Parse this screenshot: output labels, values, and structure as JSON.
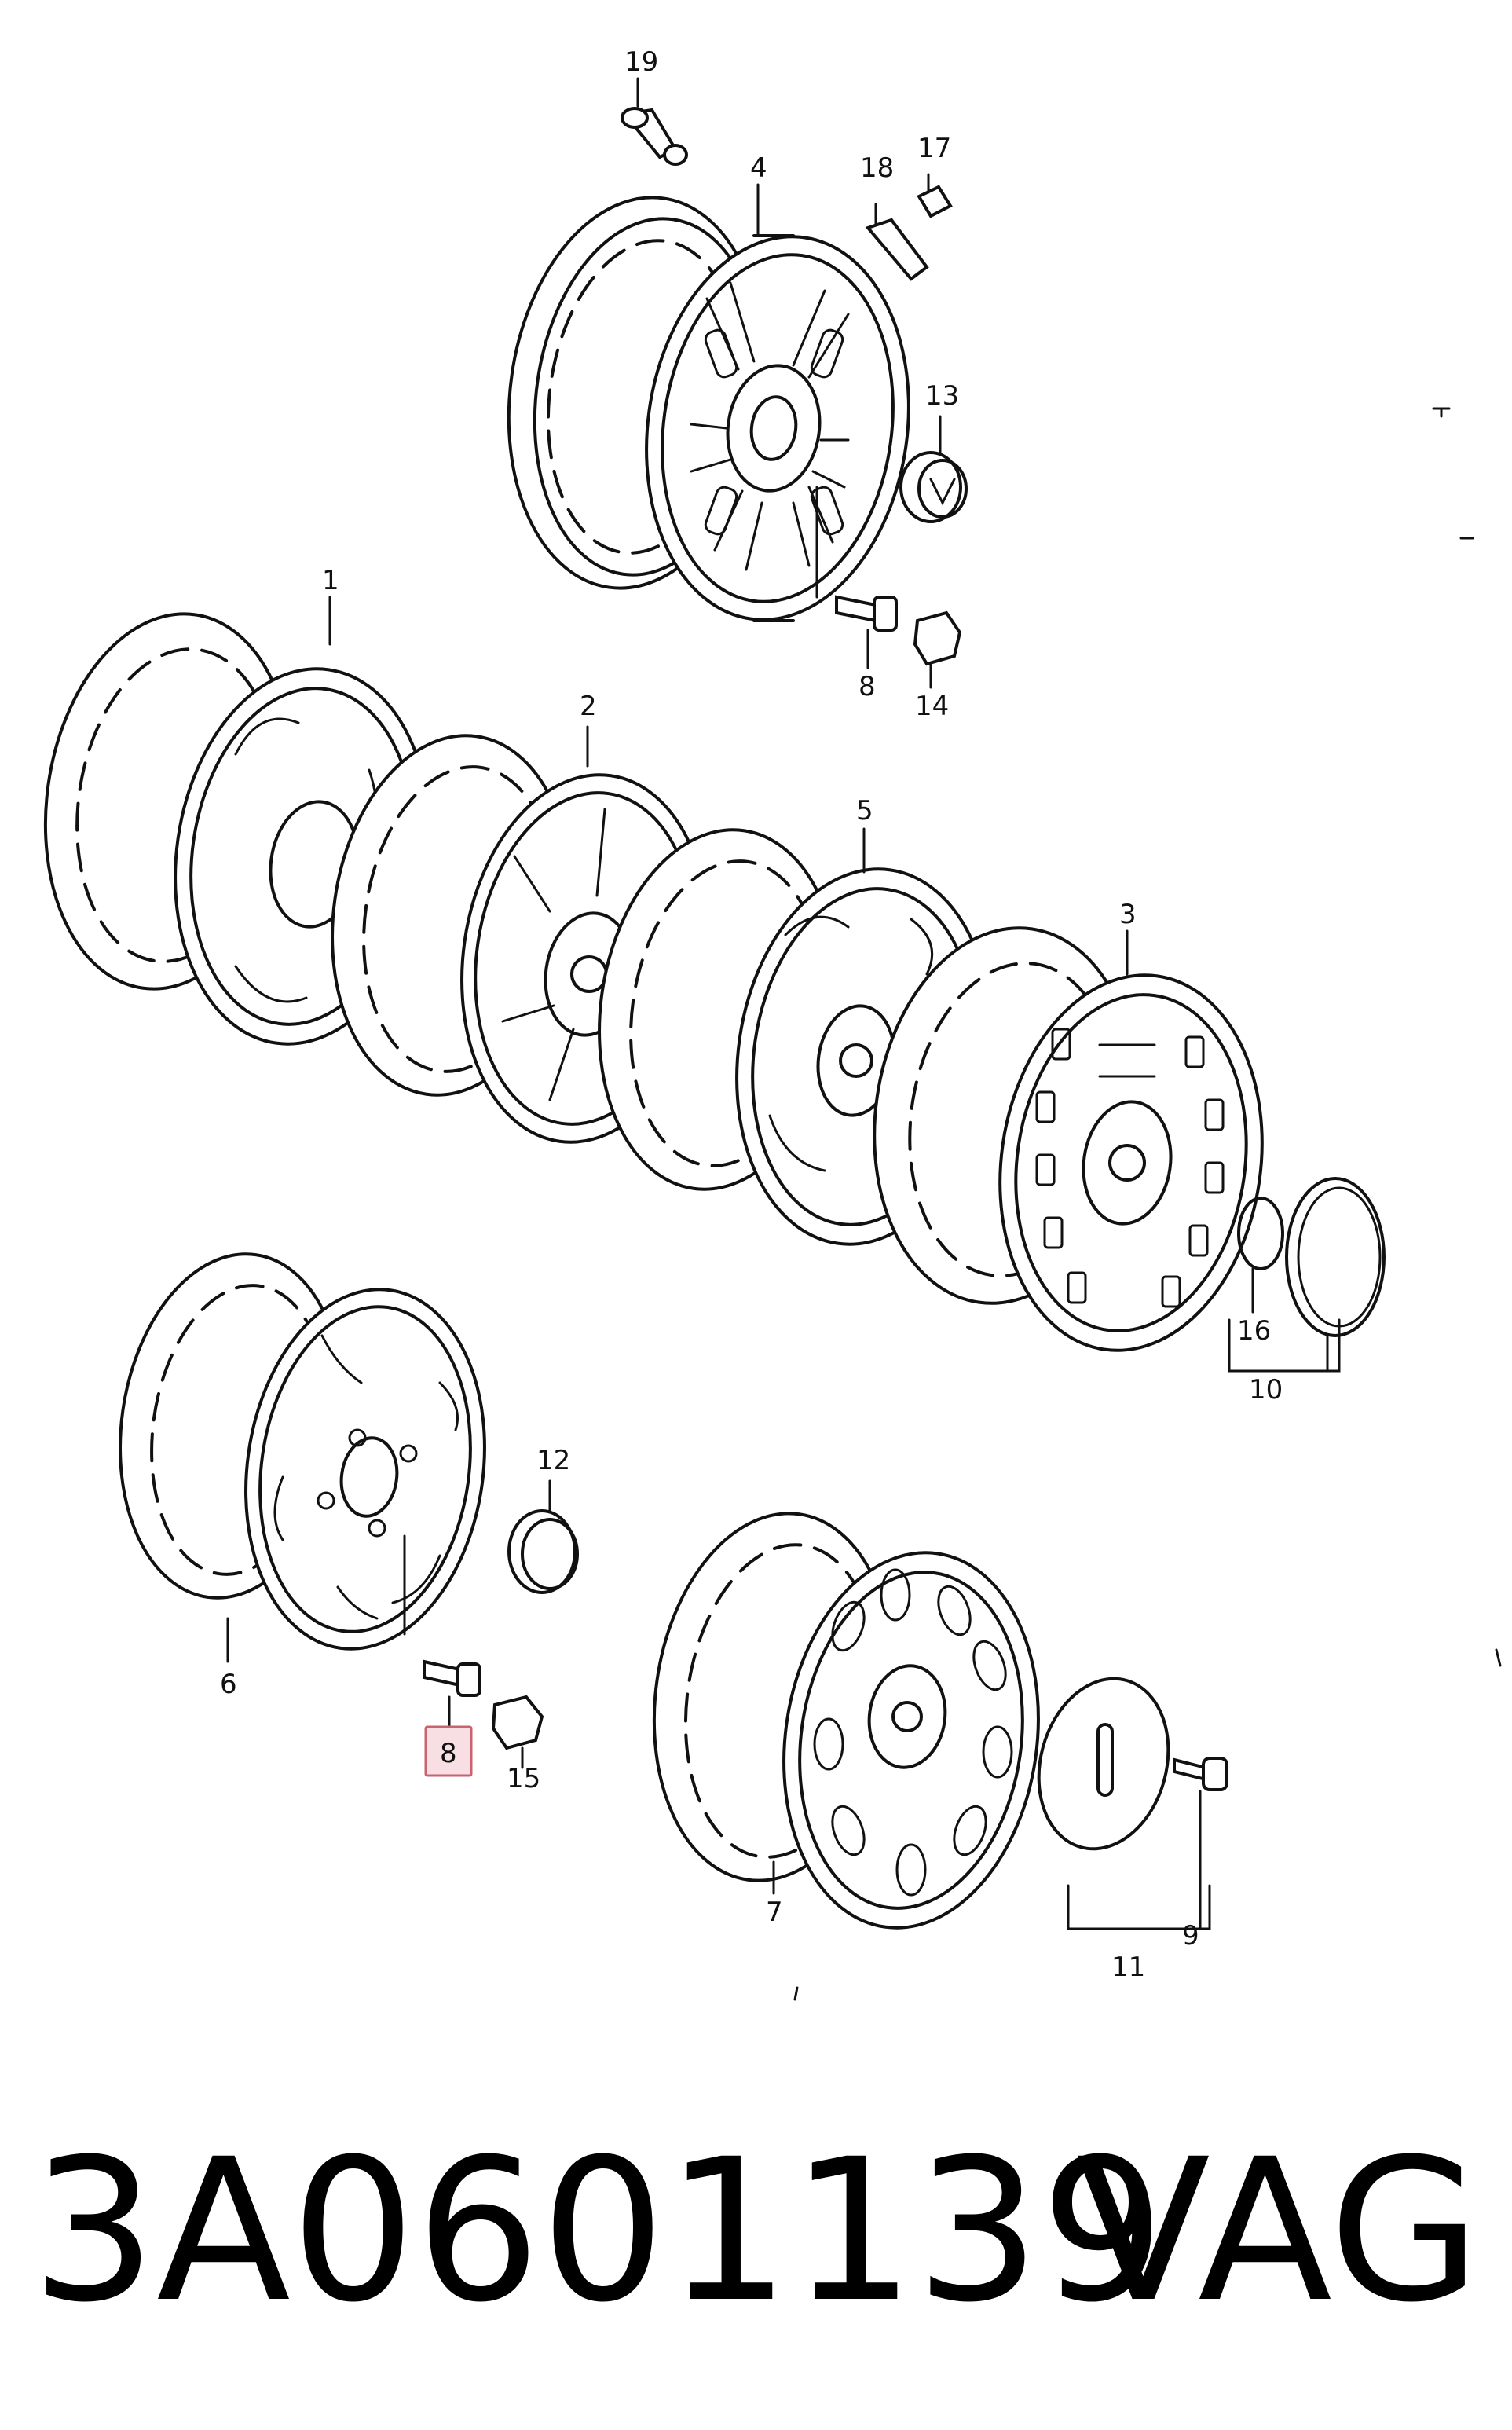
{
  "callouts": {
    "c1": "1",
    "c2": "2",
    "c3": "3",
    "c4": "4",
    "c5": "5",
    "c6": "6",
    "c7": "7",
    "c8a": "8",
    "c8b": "8",
    "c9": "9",
    "c10": "10",
    "c11": "11",
    "c12": "12",
    "c13": "13",
    "c14": "14",
    "c15": "15",
    "c16": "16",
    "c17": "17",
    "c18": "18",
    "c19": "19"
  },
  "highlighted_part": "8",
  "footer": {
    "part_number": "3A0601139",
    "brand": "VAG"
  },
  "colors": {
    "line": "#111111",
    "highlight_fill": "#f7dfe3",
    "highlight_border": "#c9636f"
  }
}
